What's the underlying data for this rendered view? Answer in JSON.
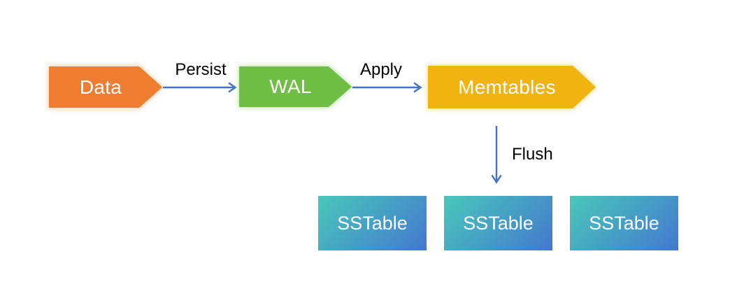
{
  "diagram": {
    "type": "flow-diagram",
    "nodes": [
      {
        "id": "data",
        "label": "Data",
        "fill": "#EC7D31",
        "shape": "chevron-right"
      },
      {
        "id": "wal",
        "label": "WAL",
        "fill": "#6FBE45",
        "shape": "chevron-right"
      },
      {
        "id": "memtables",
        "label": "Memtables",
        "fill": "#F0B310",
        "shape": "chevron-right"
      }
    ],
    "edges": [
      {
        "id": "persist",
        "label": "Persist",
        "from": "data",
        "to": "wal",
        "direction": "right"
      },
      {
        "id": "apply",
        "label": "Apply",
        "from": "wal",
        "to": "memtables",
        "direction": "right"
      },
      {
        "id": "flush",
        "label": "Flush",
        "from": "memtables",
        "to": "sstables",
        "direction": "down"
      }
    ],
    "sstables": [
      {
        "label": "SSTable"
      },
      {
        "label": "SSTable"
      },
      {
        "label": "SSTable"
      }
    ],
    "colors": {
      "arrow": "#4472C4",
      "edge_label": "#000000",
      "node_text": "#FFFFFF",
      "sstable_text": "#FFFFFF",
      "sstable_gradient_start": "#49C8BA",
      "sstable_gradient_end": "#4478CE",
      "background": "#FFFFFF"
    }
  }
}
